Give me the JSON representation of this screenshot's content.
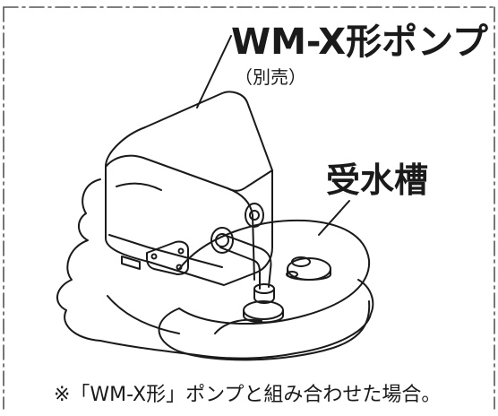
{
  "labels": {
    "pump_name": "WM-X形ポンプ",
    "pump_note": "（別売）",
    "tank_name": "受水槽",
    "caption": "※「WM-X形」ポンプと組み合わせた場合。"
  },
  "colors": {
    "line": "#1a1a1a",
    "frame_dash": "#555555",
    "background": "#ffffff"
  }
}
